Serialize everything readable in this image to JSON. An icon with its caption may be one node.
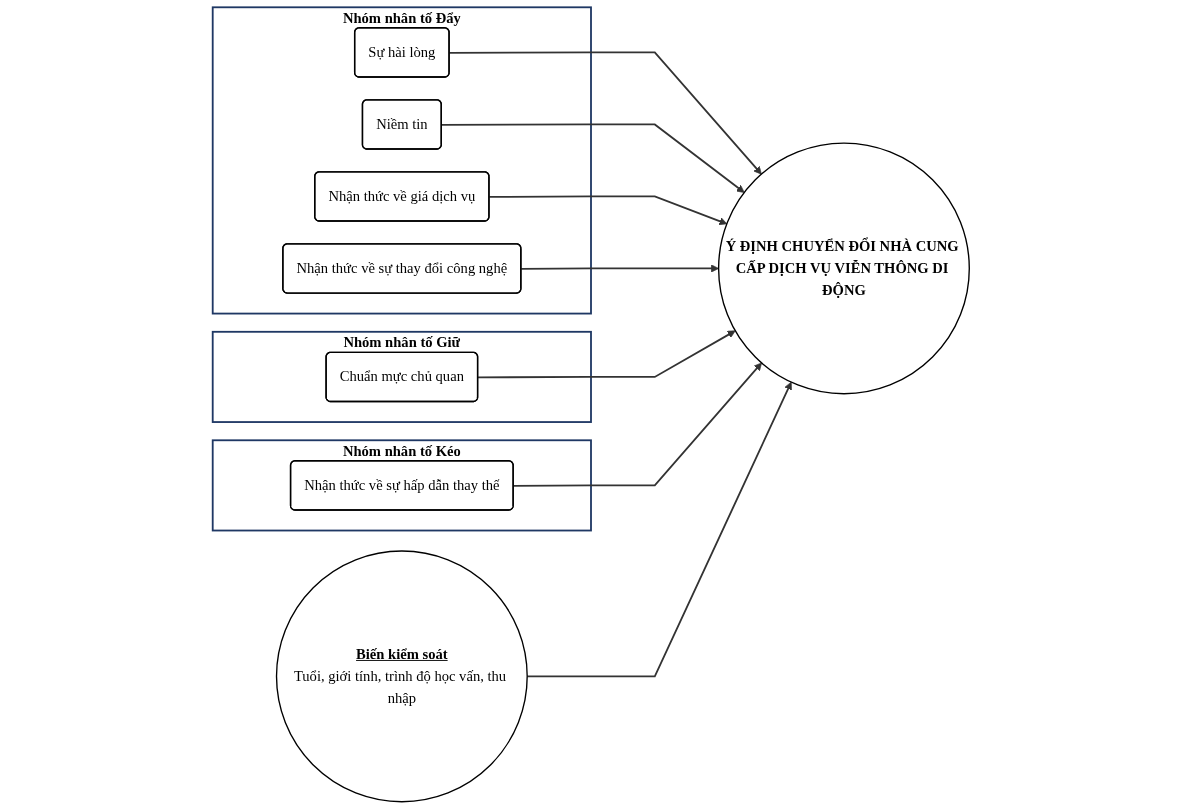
{
  "diagram": {
    "nodes": [
      {
        "text": [
          "Nhóm nhân tố Đẩy"
        ]
      },
      {
        "text": [
          "Sự hài lòng"
        ],
        "in": 0
      },
      {
        "text": [
          "Niềm tin"
        ],
        "in": 0
      },
      {
        "text": [
          "Nhận thức về giá dịch vụ"
        ],
        "in": 0
      },
      {
        "text": [
          "Nhận thức về sự thay đổi công nghệ"
        ],
        "in": 0
      },
      {
        "text": [
          "Nhóm nhân tố Giữ"
        ]
      },
      {
        "text": [
          "Chuẩn mực chủ quan"
        ],
        "in": 5
      },
      {
        "text": [
          "Nhóm nhân tố Kéo"
        ]
      },
      {
        "text": [
          "Nhận thức về sự hấp dẫn thay thế"
        ],
        "in": 7
      },
      {
        "text": [
          "Ý ĐỊNH CHUYỂN ĐỔI NHÀ CUNG CẤP DỊCH VỤ VIỄN THÔNG DI ĐỘNG"
        ]
      },
      {
        "text": [
          "Biến kiểm soát",
          "Tuổi, giới tính, trình độ học vấn, thu nhập"
        ]
      }
    ],
    "edges": [
      {
        "from": 1,
        "to": 9,
        "arrow": "to"
      },
      {
        "from": 2,
        "to": 9,
        "arrow": "to"
      },
      {
        "from": 3,
        "to": 9,
        "arrow": "to"
      },
      {
        "from": 4,
        "to": 9,
        "arrow": "to"
      },
      {
        "from": 6,
        "to": 9,
        "arrow": "to"
      },
      {
        "from": 8,
        "to": 9,
        "arrow": "to"
      },
      {
        "from": 10,
        "to": 9,
        "arrow": "to"
      }
    ]
  }
}
